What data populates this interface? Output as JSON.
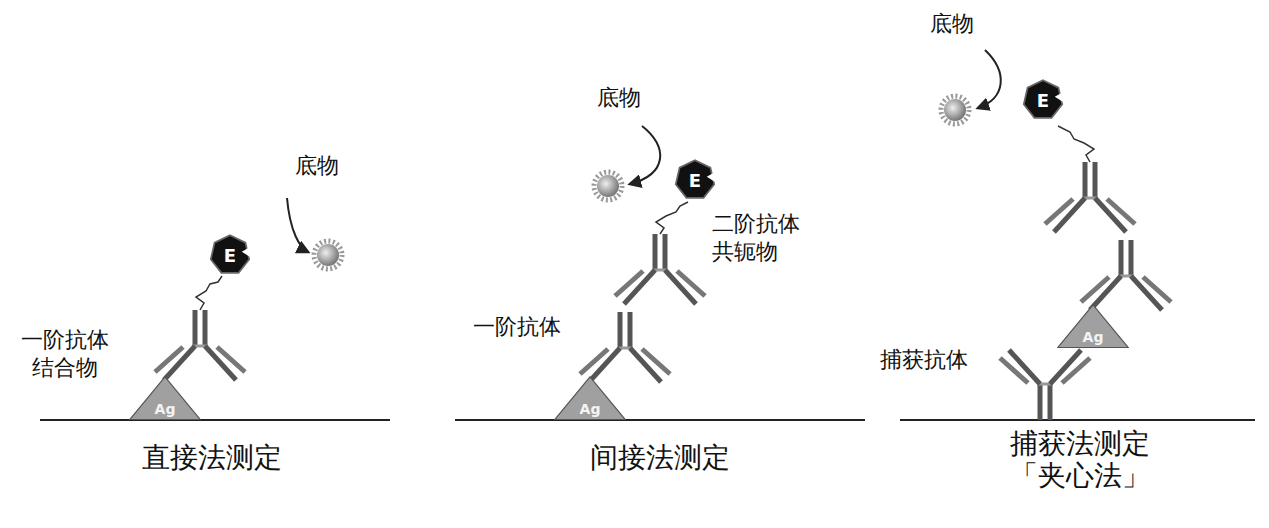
{
  "diagram": {
    "nodes": [
      {
        "text": [
          "E"
        ]
      },
      {
        "text": [
          "Ag"
        ]
      },
      {
        "text": [
          "E"
        ]
      },
      {
        "text": [
          "Ag"
        ]
      },
      {
        "text": [
          "E"
        ]
      },
      {
        "text": [
          "Ag"
        ]
      }
    ],
    "labels": [
      "底物",
      "一阶抗体 结合物",
      "直接法测定",
      "底物",
      "二阶抗体 共轭物",
      "一阶抗体",
      "间接法测定",
      "底物",
      "捕获抗体",
      "捕获法测定 「夹心法」"
    ]
  }
}
